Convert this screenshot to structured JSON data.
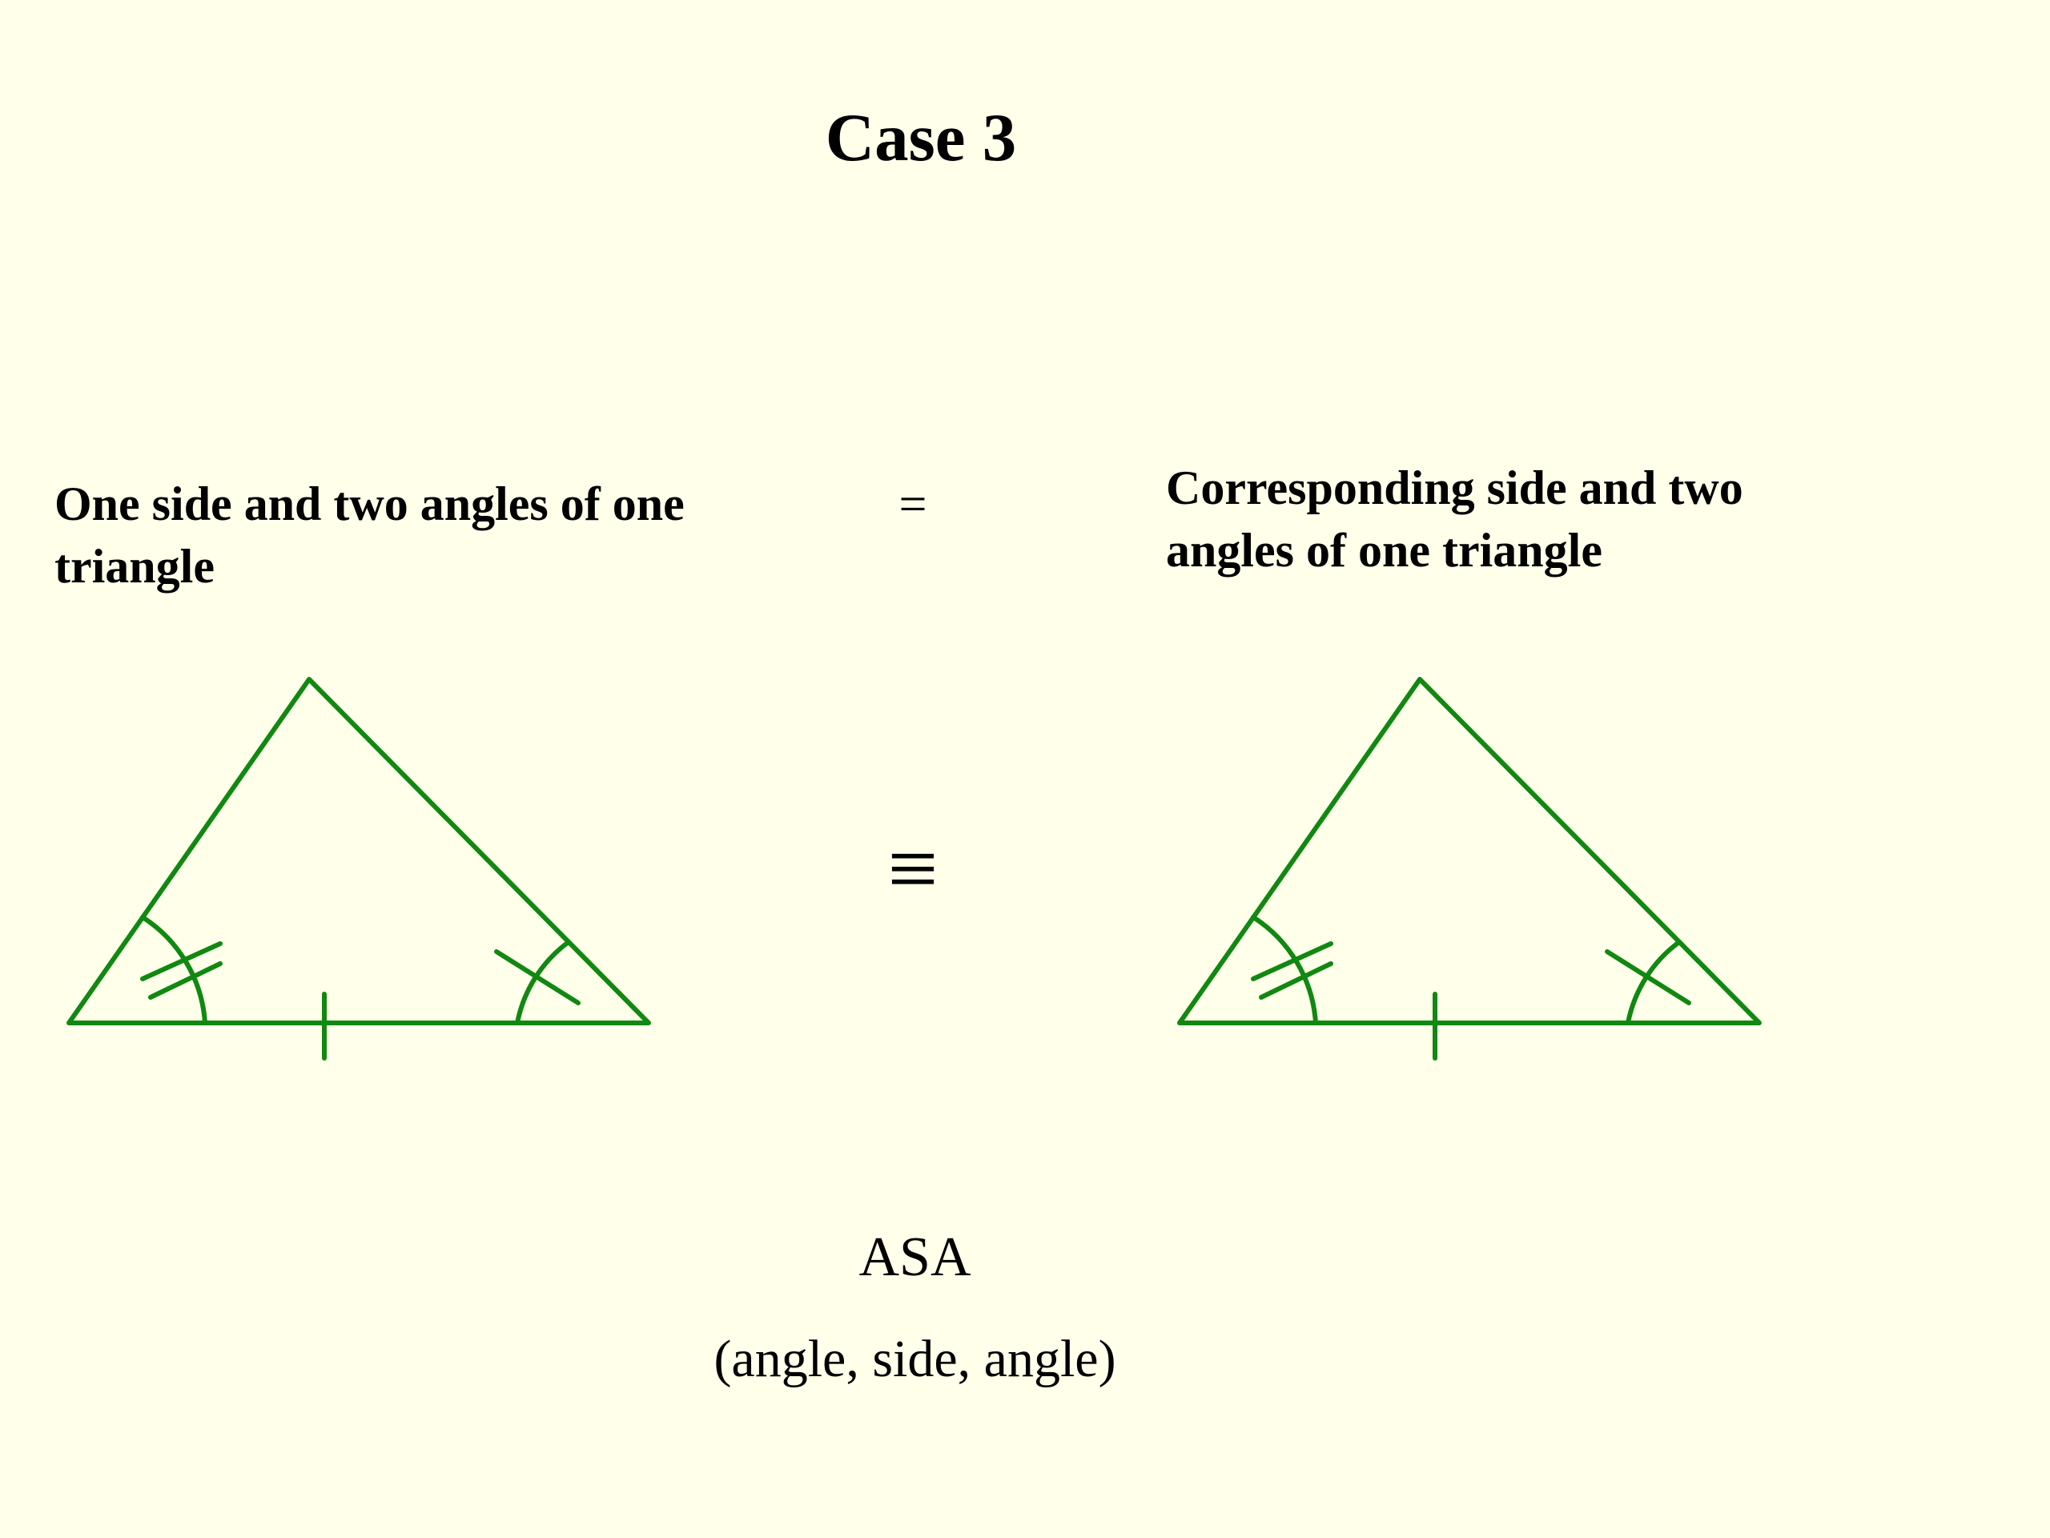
{
  "title": "Case 3",
  "left_caption": "One side and two angles of one triangle",
  "right_caption": "Corresponding side and two angles of one triangle",
  "equals_sign": "=",
  "congruent_sign": "≡",
  "rule_name": "ASA",
  "rule_expansion": "(angle, side, angle)",
  "colors": {
    "background": "#ffffea",
    "triangle": "#118811",
    "text": "#000000"
  },
  "triangles": [
    {
      "name": "left-triangle",
      "side_tick_marks": 1,
      "left_angle_marks": 2,
      "right_angle_marks": 1
    },
    {
      "name": "right-triangle",
      "side_tick_marks": 1,
      "left_angle_marks": 2,
      "right_angle_marks": 1
    }
  ]
}
